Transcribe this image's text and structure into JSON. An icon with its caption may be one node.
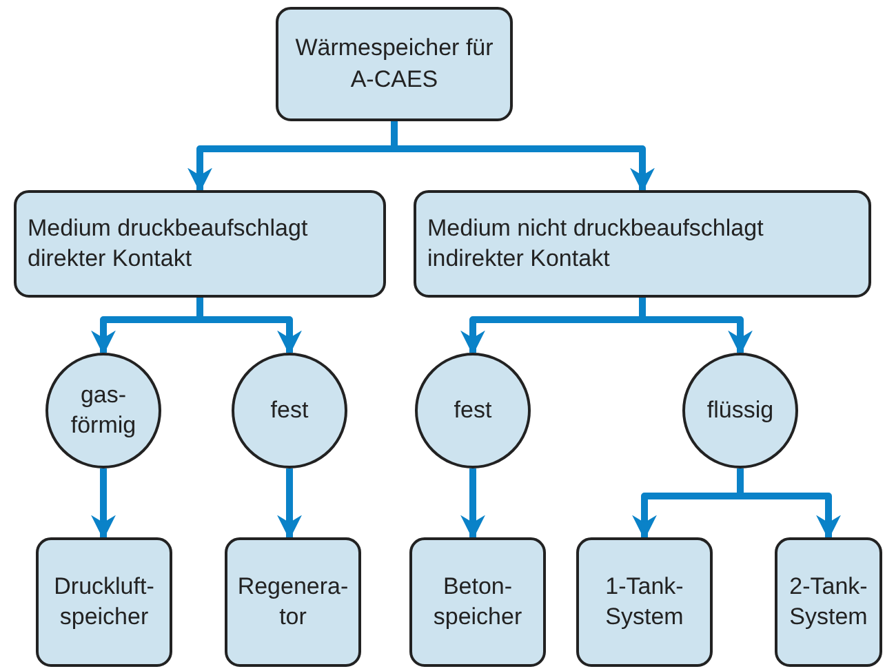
{
  "diagram": {
    "nodes": [
      {
        "text": [
          "Wärmespeicher für A-CAES"
        ]
      },
      {
        "text": [
          "Medium druckbeaufschlagt direkter Kontakt"
        ]
      },
      {
        "text": [
          "Medium nicht druckbeaufschlagt indirekter Kontakt"
        ]
      },
      {
        "text": [
          "gas- förmig"
        ]
      },
      {
        "text": [
          "fest"
        ]
      },
      {
        "text": [
          "fest"
        ]
      },
      {
        "text": [
          "flüssig"
        ]
      },
      {
        "text": [
          "Druckluft- speicher"
        ]
      },
      {
        "text": [
          "Regenera- tor"
        ]
      },
      {
        "text": [
          "Beton- speicher"
        ]
      },
      {
        "text": [
          "1-Tank- System"
        ]
      },
      {
        "text": [
          "2-Tank- System"
        ]
      }
    ],
    "edges": [
      {
        "from": 0,
        "to": 1,
        "arrow": "to"
      },
      {
        "from": 0,
        "to": 2,
        "arrow": "to"
      },
      {
        "from": 1,
        "to": 3,
        "arrow": "to"
      },
      {
        "from": 1,
        "to": 4,
        "arrow": "to"
      },
      {
        "from": 2,
        "to": 5,
        "arrow": "to"
      },
      {
        "from": 2,
        "to": 6,
        "arrow": "to"
      },
      {
        "from": 3,
        "to": 7,
        "arrow": "to"
      },
      {
        "from": 4,
        "to": 8,
        "arrow": "to"
      },
      {
        "from": 5,
        "to": 9,
        "arrow": "to"
      },
      {
        "from": 6,
        "to": 10,
        "arrow": "to"
      },
      {
        "from": 6,
        "to": 11,
        "arrow": "to"
      }
    ]
  }
}
